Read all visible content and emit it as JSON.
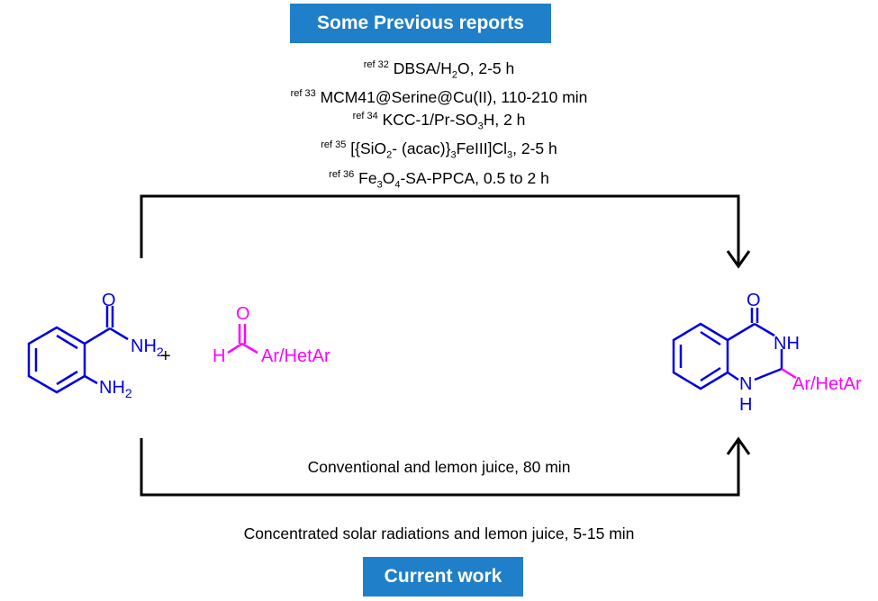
{
  "banners": {
    "top": "Some Previous reports",
    "bottom": "Current work"
  },
  "previous_reports": [
    {
      "ref": "ref 32",
      "parts": [
        [
          "",
          "DBSA/H"
        ],
        [
          "sub",
          "2"
        ],
        [
          "",
          "O, 2-5 h"
        ]
      ]
    },
    {
      "ref": "ref 33",
      "parts": [
        [
          "",
          "MCM41@Serine@Cu(II),  110-210 min"
        ]
      ]
    },
    {
      "ref": "ref 34",
      "parts": [
        [
          "",
          "KCC-1/Pr-SO"
        ],
        [
          "sub",
          "3"
        ],
        [
          "",
          "H,  2 h"
        ]
      ]
    },
    {
      "ref": "ref 35",
      "parts": [
        [
          "",
          "[{SiO"
        ],
        [
          "sub",
          "2"
        ],
        [
          "",
          "- (acac)}"
        ],
        [
          "sub",
          "3"
        ],
        [
          "",
          "FeIII]Cl"
        ],
        [
          "sub",
          "3"
        ],
        [
          "",
          ", 2-5 h"
        ]
      ]
    },
    {
      "ref": "ref 36",
      "parts": [
        [
          "",
          "Fe"
        ],
        [
          "sub",
          "3"
        ],
        [
          "",
          "O"
        ],
        [
          "sub",
          "4"
        ],
        [
          "",
          "-SA-PPCA, 0.5 to 2 h"
        ]
      ]
    }
  ],
  "conditions": {
    "conventional": "Conventional and lemon juice, 80  min",
    "solar": "Concentrated solar radiations and lemon juice, 5-15 min"
  },
  "reactant1": {
    "o": "O",
    "nh2_top": "NH",
    "nh2_top_sub": "2",
    "nh2_bottom": "NH",
    "nh2_bottom_sub": "2"
  },
  "plus": "+",
  "reactant2": {
    "o": "O",
    "h": "H",
    "r": "Ar/HetAr"
  },
  "product": {
    "o": "O",
    "nh_top": "NH",
    "n": "N",
    "h": "H",
    "r": "Ar/HetAr"
  },
  "colors": {
    "blue": "#0000e0",
    "magenta": "#ff00ff",
    "banner": "#1f7fc8"
  }
}
